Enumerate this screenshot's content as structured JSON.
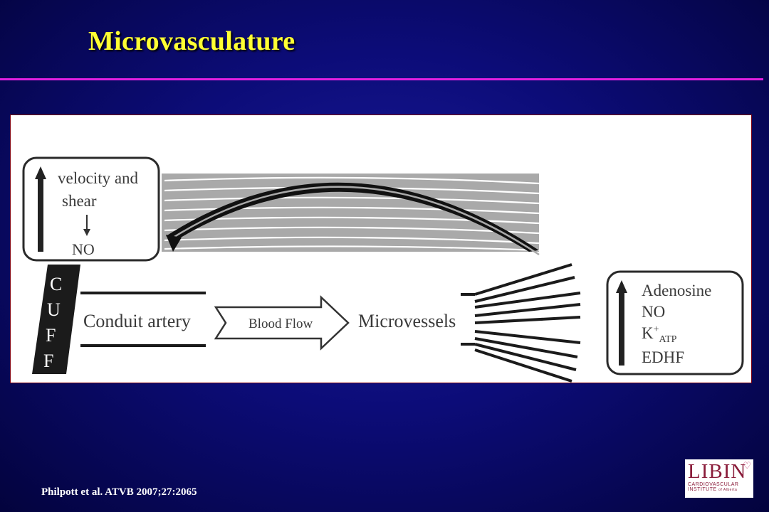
{
  "slide": {
    "title": "Microvasculature",
    "citation": "Philpott et al. ATVB 2007;27:2065"
  },
  "figure": {
    "velocity_box": {
      "line1": "velocity and",
      "line2": "shear",
      "line3": "NO"
    },
    "cuff_letters": [
      "C",
      "U",
      "F",
      "F"
    ],
    "conduit_label": "Conduit artery",
    "flow_label": "Blood Flow",
    "micro_label": "Microvessels",
    "mediators": {
      "line1": "Adenosine",
      "line2": "NO",
      "k_base": "K",
      "k_sup": "+",
      "k_sub": "ATP",
      "line4": "EDHF"
    }
  },
  "logo": {
    "main": "LIBIN",
    "line1": "CARDIOVASCULAR",
    "line2": "INSTITUTE",
    "line3": "of Alberta"
  },
  "colors": {
    "title": "#ffff33",
    "rule": "#e020e0",
    "logo": "#8a1c3a"
  }
}
